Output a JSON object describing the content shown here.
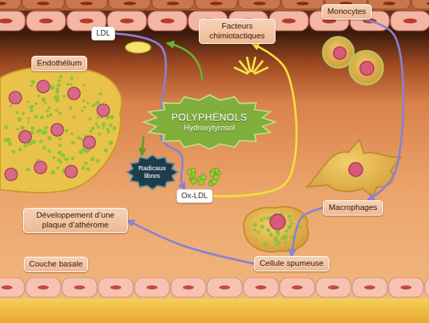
{
  "diagram": {
    "nodes": [
      {
        "text": [
          "LDL"
        ]
      },
      {
        "text": [
          "Facteurs chimiotactiques"
        ]
      },
      {
        "text": [
          "Monocytes"
        ]
      },
      {
        "text": [
          "Endothélium"
        ]
      },
      {
        "text": [
          "POLYPHÉNOLS",
          "Hydroxytyrosol"
        ]
      },
      {
        "text": [
          "Radicaux libres"
        ]
      },
      {
        "text": [
          "Ox-LDL"
        ]
      },
      {
        "text": [
          "Macrophages"
        ]
      },
      {
        "text": [
          "Développement d’une plaque d’athérome"
        ]
      },
      {
        "text": [
          "Cellule spumeuse"
        ]
      },
      {
        "text": [
          "Couche basale"
        ]
      }
    ],
    "edges": [
      {
        "from": 0,
        "to": 6,
        "arrow": "to"
      },
      {
        "from": 4,
        "to": 5,
        "arrow": "to"
      },
      {
        "from": 6,
        "to": 1,
        "arrow": "to"
      },
      {
        "from": 2,
        "to": 7,
        "arrow": "to"
      },
      {
        "from": 7,
        "to": 9,
        "arrow": "to"
      },
      {
        "from": 9,
        "to": 8,
        "arrow": "to"
      }
    ]
  }
}
